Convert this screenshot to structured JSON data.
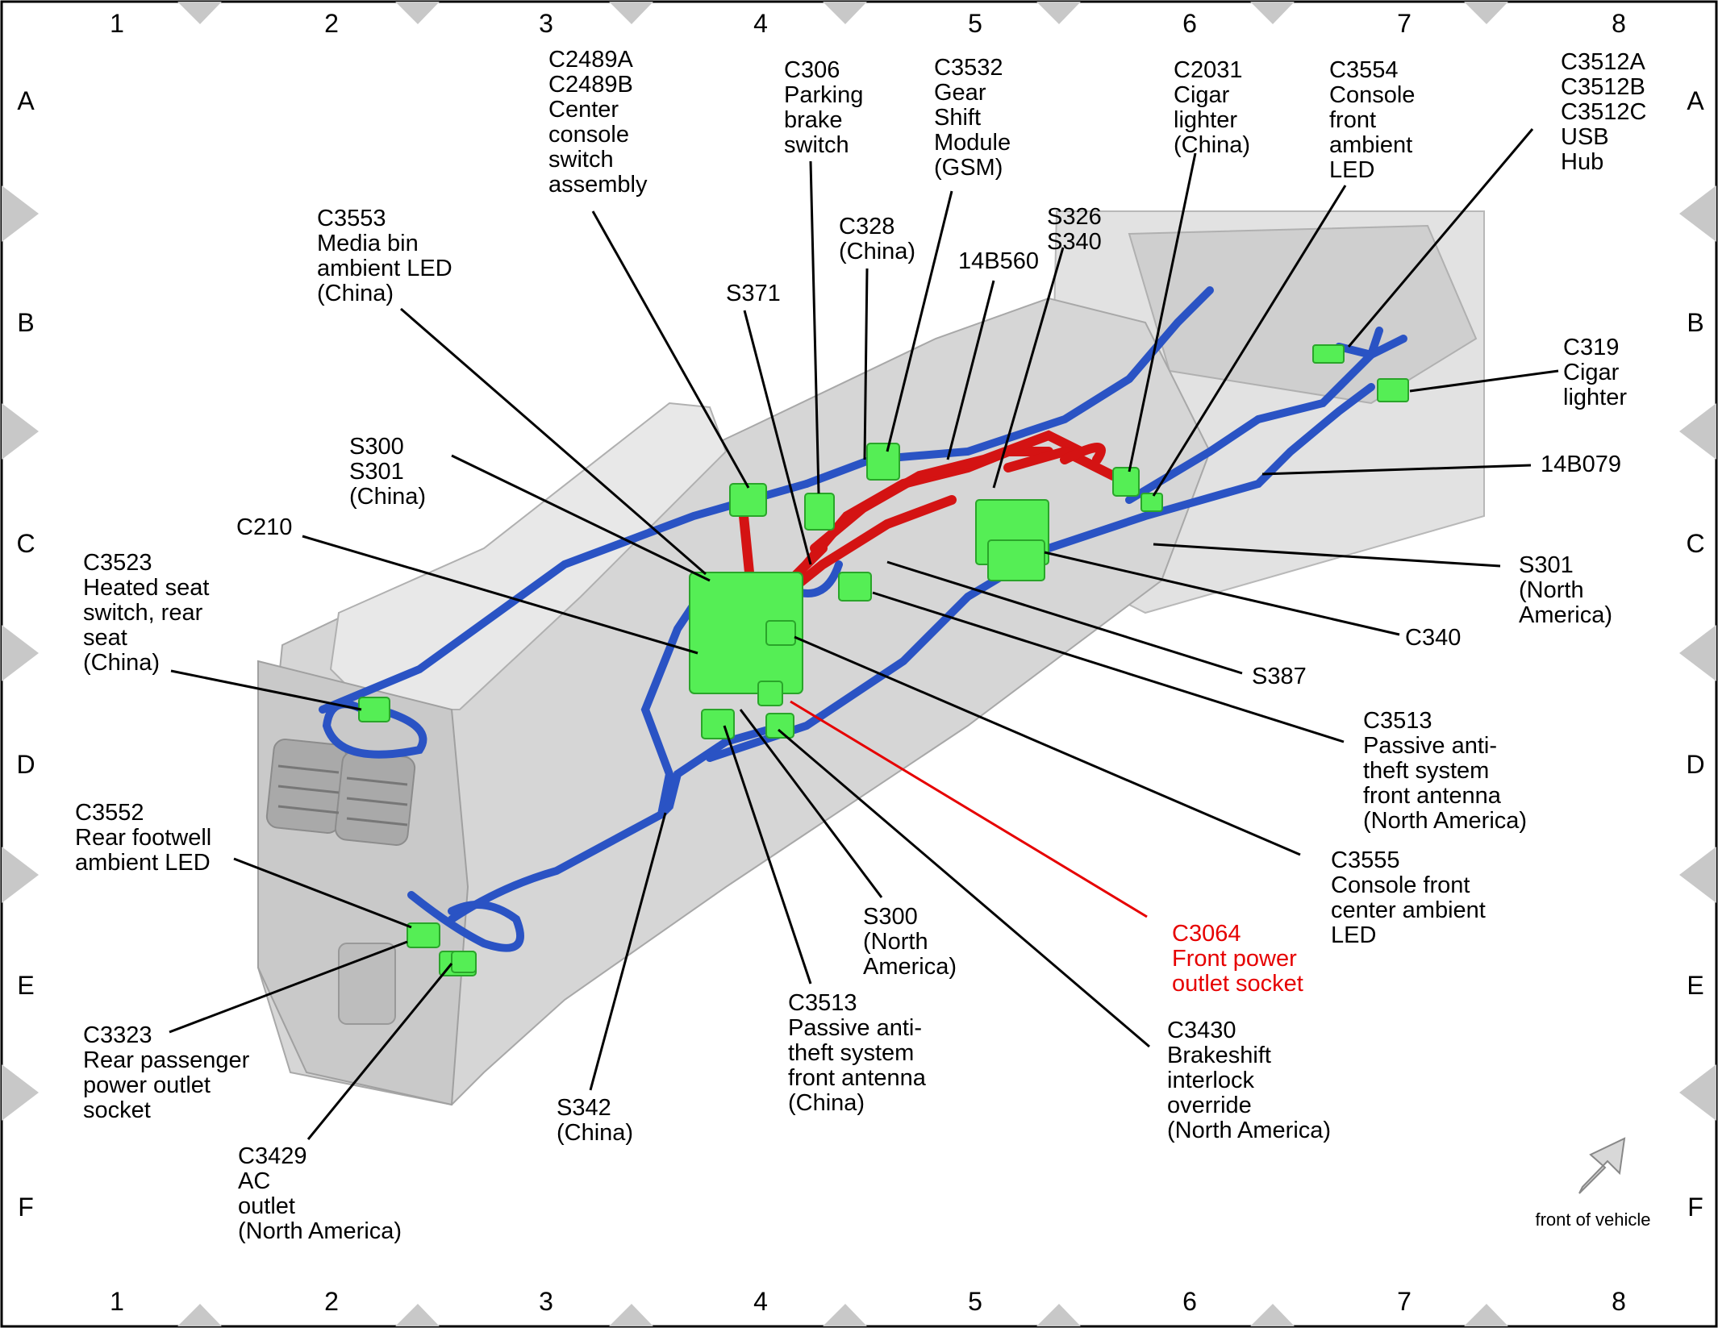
{
  "grid": {
    "columns": [
      "1",
      "2",
      "3",
      "4",
      "5",
      "6",
      "7",
      "8"
    ],
    "rows": [
      "A",
      "B",
      "C",
      "D",
      "E",
      "F"
    ]
  },
  "labels": {
    "c2489": [
      "C2489A",
      "C2489B",
      "Center",
      "console",
      "switch",
      "assembly"
    ],
    "c306": [
      "C306",
      "Parking",
      "brake",
      "switch"
    ],
    "c3532": [
      "C3532",
      "Gear",
      "Shift",
      "Module",
      "(GSM)"
    ],
    "c2031": [
      "C2031",
      "Cigar",
      "lighter",
      "(China)"
    ],
    "c3554": [
      "C3554",
      "Console",
      "front",
      "ambient",
      "LED"
    ],
    "c3512": [
      "C3512A",
      "C3512B",
      "C3512C",
      "USB",
      "Hub"
    ],
    "c3553": [
      "C3553",
      "Media bin",
      "ambient LED",
      " (China)"
    ],
    "c328": [
      "C328",
      "(China)"
    ],
    "s326": [
      "S326",
      "S340"
    ],
    "w14b560": [
      "14B560"
    ],
    "s371": [
      "S371"
    ],
    "c319": [
      "C319",
      "Cigar",
      "lighter"
    ],
    "w14b079": [
      "14B079"
    ],
    "s300_301": [
      "S300",
      "S301",
      " (China)"
    ],
    "c210": [
      "C210"
    ],
    "c3523": [
      "C3523",
      "Heated seat",
      "switch, rear",
      "seat",
      "(China)"
    ],
    "s301na": [
      "S301",
      "(North",
      "America)"
    ],
    "c340": [
      "C340"
    ],
    "s387": [
      "S387"
    ],
    "c3513na": [
      "C3513",
      "Passive anti-",
      "theft system",
      "front antenna",
      "(North America)"
    ],
    "c3555": [
      "C3555",
      "Console front",
      "center ambient",
      "LED"
    ],
    "c3552": [
      "C3552",
      "Rear footwell",
      "ambient LED"
    ],
    "s300na": [
      "S300",
      "(North",
      "America)"
    ],
    "c3064": [
      "C3064",
      "Front power",
      "outlet socket"
    ],
    "c3323": [
      "C3323",
      "Rear passenger",
      "power outlet",
      "socket"
    ],
    "c3513cn": [
      "C3513",
      "Passive anti-",
      "theft system",
      "front antenna",
      "(China)"
    ],
    "c3430": [
      "C3430",
      "Brakeshift",
      "interlock",
      "override",
      "(North America)"
    ],
    "s342": [
      "S342",
      "(China)"
    ],
    "c3429": [
      "C3429",
      "AC",
      "outlet",
      "(North America)"
    ]
  },
  "front_of_vehicle": "front of vehicle",
  "colors": {
    "connector": "#55ee55",
    "wire_blue": "#2a53c4",
    "wire_red": "#d41313",
    "highlight_label": "#e60000",
    "console_body": "#d4d4d4"
  }
}
